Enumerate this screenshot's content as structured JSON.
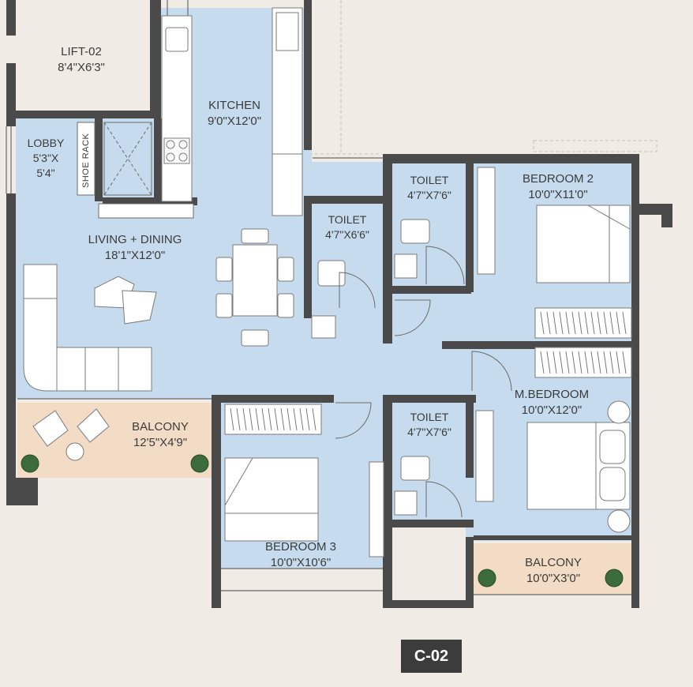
{
  "rooms": {
    "lift": {
      "name": "LIFT-02",
      "size": "8'4\"X6'3\""
    },
    "lobby": {
      "name": "LOBBY",
      "size_a": "5'3\"X",
      "size_b": "5'4\""
    },
    "shoe_rack": "SHOE RACK",
    "kitchen": {
      "name": "KITCHEN",
      "size": "9'0\"X12'0\""
    },
    "living": {
      "name": "LIVING + DINING",
      "size": "18'1\"X12'0\""
    },
    "toilet_common": {
      "name": "TOILET",
      "size": "4'7\"X6'6\""
    },
    "toilet_bed2": {
      "name": "TOILET",
      "size": "4'7\"X7'6\""
    },
    "toilet_master": {
      "name": "TOILET",
      "size": "4'7\"X7'6\""
    },
    "bedroom2": {
      "name": "BEDROOM 2",
      "size": "10'0\"X11'0\""
    },
    "master_bedroom": {
      "name": "M.BEDROOM",
      "size": "10'0\"X12'0\""
    },
    "bedroom3": {
      "name": "BEDROOM 3",
      "size": "10'0\"X10'6\""
    },
    "balcony_living": {
      "name": "BALCONY",
      "size": "12'5\"X4'9\""
    },
    "balcony_master": {
      "name": "BALCONY",
      "size": "10'0\"X3'0\""
    }
  },
  "unit_code": "C-02",
  "colors": {
    "background": "#f1ebe6",
    "room_fill": "#c6dcee",
    "wall": "#4a4a4a",
    "balcony": "#f3dcc6",
    "tag": "#3c3c3c"
  }
}
